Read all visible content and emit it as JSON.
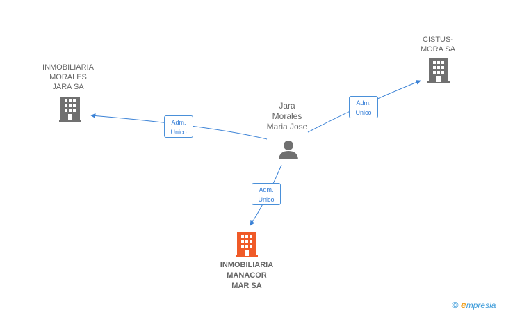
{
  "nodes": {
    "person": {
      "lines": [
        "Jara",
        "Morales",
        "Maria Jose"
      ]
    },
    "company_left": {
      "lines": [
        "INMOBILIARIA",
        "MORALES",
        "JARA SA"
      ]
    },
    "company_right": {
      "lines": [
        "CISTUS-",
        "MORA SA"
      ]
    },
    "company_main": {
      "lines": [
        "INMOBILIARIA",
        "MANACOR",
        "MAR SA"
      ]
    }
  },
  "relations": {
    "left": {
      "line1": "Adm.",
      "line2": "Unico"
    },
    "right": {
      "line1": "Adm.",
      "line2": "Unico"
    },
    "bottom": {
      "line1": "Adm.",
      "line2": "Unico"
    }
  },
  "footer": {
    "copyright": "©",
    "brand_initial": "e",
    "brand_rest": "mpresia"
  },
  "colors": {
    "edge": "#3b82d6",
    "company_icon": "#707070",
    "main_company_icon": "#f05a28",
    "person_icon": "#707070"
  }
}
